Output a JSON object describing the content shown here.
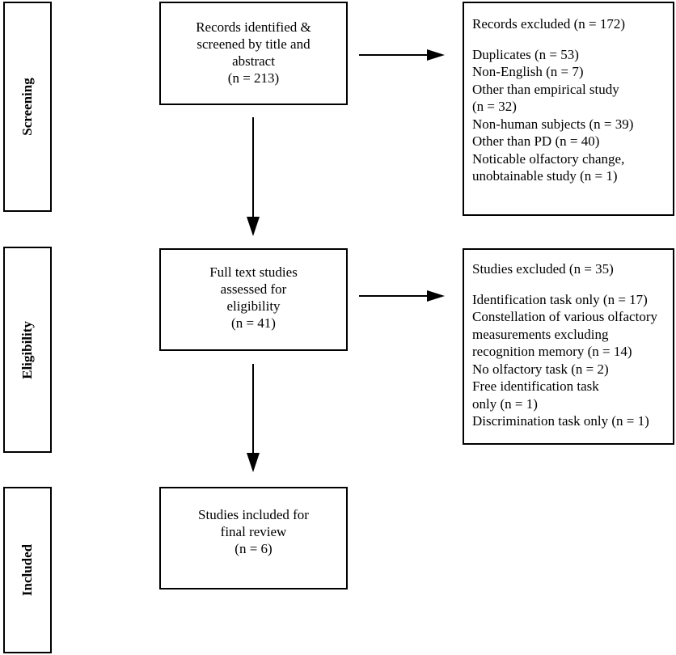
{
  "stages": {
    "screening": "Screening",
    "eligibility": "Eligibility",
    "included": "Included"
  },
  "boxes": {
    "identified": [
      "Records identified &",
      "screened by title and",
      "abstract",
      "(n = 213)"
    ],
    "full_text": [
      "Full text studies",
      "assessed for",
      "eligibility",
      "(n = 41)"
    ],
    "included": [
      "Studies included for",
      "final review",
      "(n = 6)"
    ]
  },
  "excluded_records": {
    "heading": "Records excluded (n = 172)",
    "lines": [
      "Duplicates (n = 53)",
      "Non-English (n = 7)",
      "Other than empirical study",
      "(n = 32)",
      "Non-human subjects (n = 39)",
      "Other than PD (n = 40)",
      "Noticable olfactory change,",
      "unobtainable study (n = 1)"
    ]
  },
  "excluded_studies": {
    "heading": "Studies excluded (n = 35)",
    "lines": [
      "Identification task only (n = 17)",
      "Constellation of various olfactory",
      "measurements excluding",
      "recognition memory (n = 14)",
      "No olfactory task (n = 2)",
      "Free identification task",
      "only (n = 1)",
      "Discrimination task only (n = 1)"
    ]
  }
}
